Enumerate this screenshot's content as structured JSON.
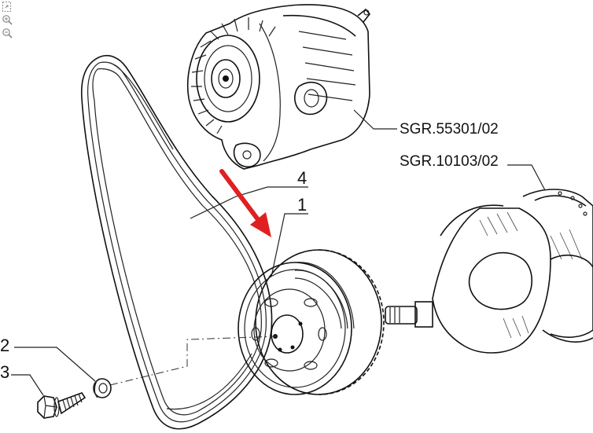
{
  "toolbar": {
    "tools": [
      {
        "name": "fit-icon",
        "glyph": "⛶"
      },
      {
        "name": "zoom-in-icon",
        "glyph": "⊕"
      },
      {
        "name": "zoom-out-icon",
        "glyph": "⊖"
      }
    ]
  },
  "callouts": {
    "alternator_ref": "SGR.55301/02",
    "crankshaft_ref": "SGR.10103/02",
    "belt_num": "4",
    "pulley_num": "1",
    "washer_num": "2",
    "bolt_num": "3"
  },
  "colors": {
    "line": "#111111",
    "highlight_arrow": "#e02020",
    "background": "#ffffff"
  }
}
